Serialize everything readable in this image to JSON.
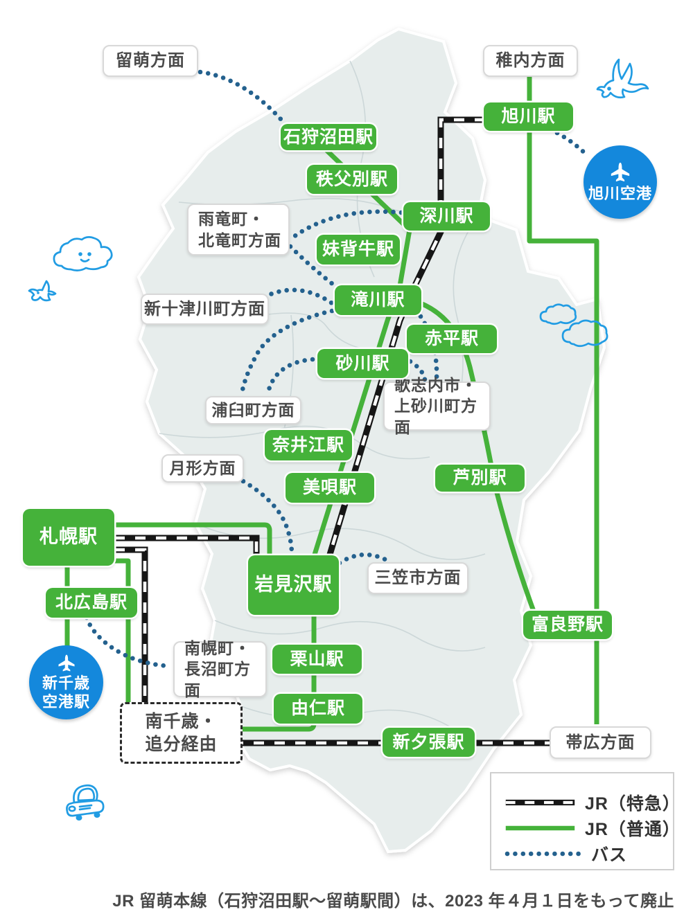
{
  "colors": {
    "green": "#45b23a",
    "rail_black": "#161616",
    "bus_blue": "#24618e",
    "airport_blue": "#1488dc",
    "sketch_blue": "#219ce3",
    "map_fill": "#e7edec",
    "map_line": "#c9d4d6",
    "box_text": "#4a4a4a"
  },
  "stations": {
    "ishikari_numata": "石狩沼田駅",
    "chippubetsu": "秩父別駅",
    "fukagawa": "深川駅",
    "moseushi": "妹背牛駅",
    "asahikawa": "旭川駅",
    "takikawa": "滝川駅",
    "akabira": "赤平駅",
    "sunagawa": "砂川駅",
    "naie": "奈井江駅",
    "bibai": "美唄駅",
    "ashibetsu": "芦別駅",
    "sapporo": "札幌駅",
    "iwamizawa": "岩見沢駅",
    "kitahiroshima": "北広島駅",
    "furano": "富良野駅",
    "kuriyama": "栗山駅",
    "yuni": "由仁駅",
    "shin_yubari": "新夕張駅"
  },
  "directions": {
    "rumoi": "留萌方面",
    "wakkanai": "稚内方面",
    "uryu": "雨竜町・\n北竜町方面",
    "shintotsukawa": "新十津川町方面",
    "utashinai": "歌志内市・\n上砂川町方面",
    "urausu": "浦臼町方面",
    "tsukigata": "月形方面",
    "mikasa": "三笠市方面",
    "nanporo": "南幌町・\n長沼町方面",
    "obihiro": "帯広方面",
    "via_minami_chitose": "南千歳・\n追分経由"
  },
  "airports": {
    "asahikawa_airport": "旭川空港",
    "new_chitose_airport": "新千歳\n空港駅"
  },
  "legend": {
    "express": "JR（特急）",
    "local": "JR（普通）",
    "bus": "バス"
  },
  "note": "JR 留萌本線（石狩沼田駅〜留萌駅間）は、2023 年４月１日をもって廃止"
}
